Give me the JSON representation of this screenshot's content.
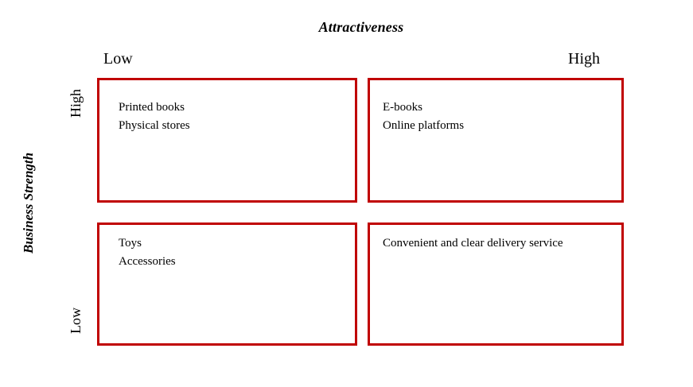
{
  "diagram": {
    "x_axis": {
      "title": "Attractiveness",
      "left_label": "Low",
      "right_label": "High"
    },
    "y_axis": {
      "title": "Business Strength",
      "top_label": "High",
      "bottom_label": "Low"
    },
    "quadrants": {
      "top_left": {
        "position": "high-strength-low-attractiveness",
        "lines": [
          "Printed books",
          "Physical stores"
        ]
      },
      "top_right": {
        "position": "high-strength-high-attractiveness",
        "lines": [
          "E-books",
          "Online platforms"
        ]
      },
      "bottom_left": {
        "position": "low-strength-low-attractiveness",
        "lines": [
          "Toys",
          "Accessories"
        ]
      },
      "bottom_right": {
        "position": "low-strength-high-attractiveness",
        "lines": [
          "Convenient and clear delivery service"
        ]
      }
    },
    "colors": {
      "box_border": "#c00000",
      "text": "#000000",
      "background": "#ffffff"
    }
  }
}
